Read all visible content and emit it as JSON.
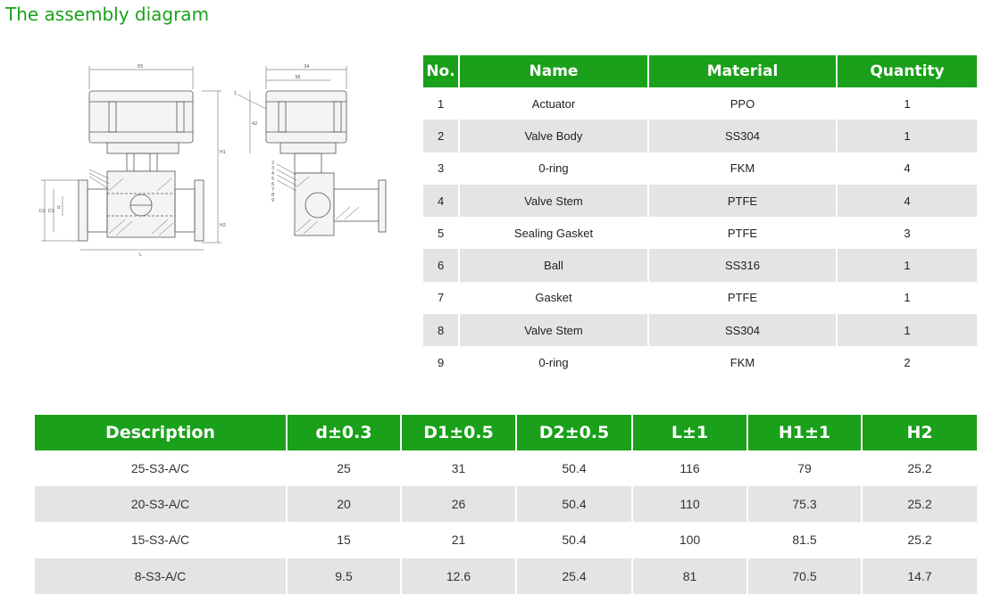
{
  "title": "The assembly diagram",
  "parts_table": {
    "headers": [
      "No.",
      "Name",
      "Material",
      "Quantity"
    ],
    "rows": [
      [
        "1",
        "Actuator",
        "PPO",
        "1"
      ],
      [
        "2",
        "Valve Body",
        "SS304",
        "1"
      ],
      [
        "3",
        "0-ring",
        "FKM",
        "4"
      ],
      [
        "4",
        "Valve Stem",
        "PTFE",
        "4"
      ],
      [
        "5",
        "Sealing Gasket",
        "PTFE",
        "3"
      ],
      [
        "6",
        "Ball",
        "SS316",
        "1"
      ],
      [
        "7",
        "Gasket",
        "PTFE",
        "1"
      ],
      [
        "8",
        "Valve Stem",
        "SS304",
        "1"
      ],
      [
        "9",
        "0-ring",
        "FKM",
        "2"
      ]
    ]
  },
  "spec_table": {
    "headers": [
      "Description",
      "d±0.3",
      "D1±0.5",
      "D2±0.5",
      "L±1",
      "H1±1",
      "H2"
    ],
    "rows": [
      [
        "25-S3-A/C",
        "25",
        "31",
        "50.4",
        "116",
        "79",
        "25.2"
      ],
      [
        "20-S3-A/C",
        "20",
        "26",
        "50.4",
        "110",
        "75.3",
        "25.2"
      ],
      [
        "15-S3-A/C",
        "15",
        "21",
        "50.4",
        "100",
        "81.5",
        "25.2"
      ],
      [
        "8-S3-A/C",
        "9.5",
        "12.6",
        "25.4",
        "81",
        "70.5",
        "14.7"
      ]
    ]
  },
  "drawing": {
    "front_view_labels": [
      "65",
      "H1",
      "D2",
      "D1",
      "d",
      "L",
      "H2"
    ],
    "side_view_labels": [
      "34",
      "38",
      "42",
      "1",
      "2",
      "3",
      "4",
      "5",
      "6",
      "7",
      "8",
      "9"
    ]
  }
}
